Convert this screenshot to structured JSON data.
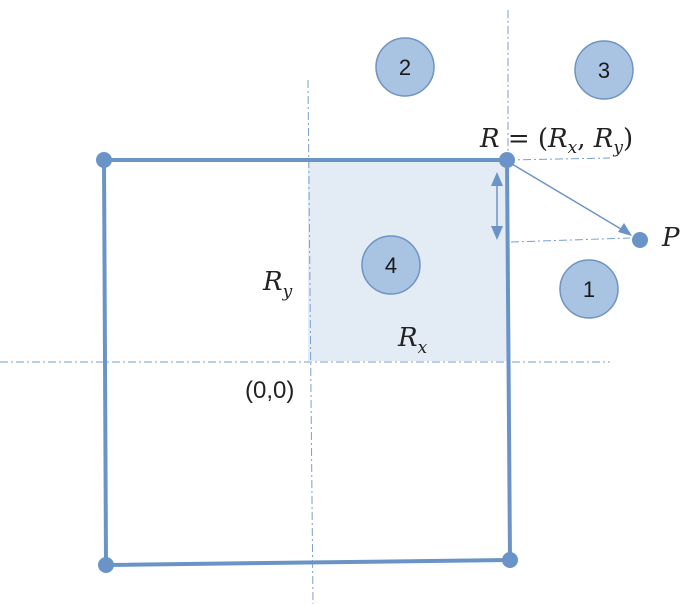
{
  "colors": {
    "outline": "#6a94c8",
    "shaded_fill": "#e3ecf5",
    "badge_fill": "#a9c3e2",
    "badge_stroke": "#6f93c3",
    "point_fill": "#6a94c8",
    "guide": "#7a9fd0",
    "text": "#222222"
  },
  "labels": {
    "corner_R_lhs": "R",
    "equals": " = (",
    "corner_R_x_main": "R",
    "corner_R_x_sub": "x",
    "comma": ", ",
    "corner_R_y_main": "R",
    "corner_R_y_sub": "y",
    "close_paren": ")",
    "point_P": "P",
    "Ry_main": "R",
    "Ry_sub": "y",
    "Rx_main": "R",
    "Rx_sub": "x",
    "origin": "(0,0)"
  },
  "regions": [
    "1",
    "2",
    "3",
    "4"
  ]
}
